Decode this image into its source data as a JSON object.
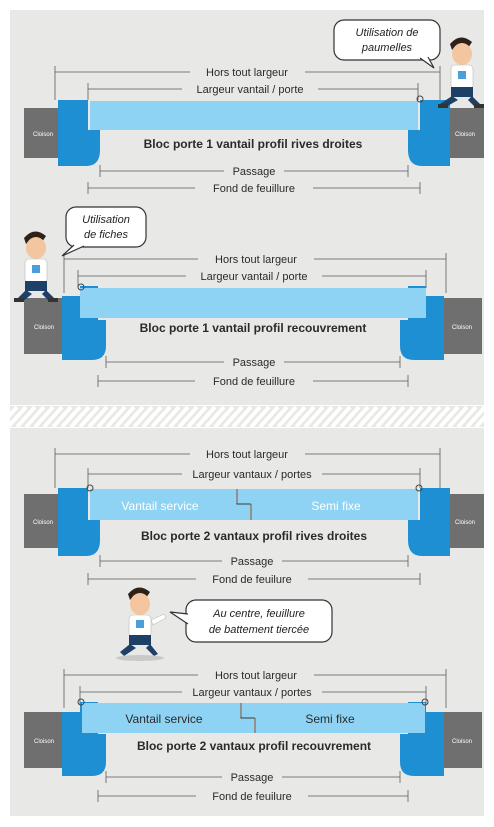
{
  "colors": {
    "background": "#e8e8e6",
    "frame_blue": "#1f8fd4",
    "leaf_light_blue": "#8fd3f4",
    "wall_gray": "#6f6f6f",
    "dim_line": "#5a5a5a",
    "text_dark": "#2a2a2a",
    "separator_stripes": "#ffffff"
  },
  "common": {
    "wall_label": "Cloison",
    "overall_width": "Hors tout largeur",
    "passage": "Passage",
    "rebate_depth_1": "Fond de feuillure",
    "rebate_depth_2": "Fond de feuilure",
    "leaf_width_single": "Largeur vantail / porte",
    "leaf_width_double": "Largeur vantaux / portes",
    "active_leaf": "Vantail service",
    "fixed_leaf": "Semi fixe"
  },
  "diagrams": [
    {
      "title": "Bloc porte 1 vantail profil rives droites"
    },
    {
      "title": "Bloc porte 1 vantail profil recouvrement"
    },
    {
      "title": "Bloc porte 2 vantaux profil rives droites"
    },
    {
      "title": "Bloc porte 2 vantaux profil recouvrement"
    }
  ],
  "bubbles": {
    "hinges": [
      "Utilisation de",
      "paumelles"
    ],
    "pins": [
      "Utilisation",
      "de fiches"
    ],
    "center": [
      "Au centre, feuillure",
      "de battement tiercée"
    ]
  },
  "icons": {
    "character": "cartoon-man-icon",
    "hinge": "hinge-icon"
  }
}
